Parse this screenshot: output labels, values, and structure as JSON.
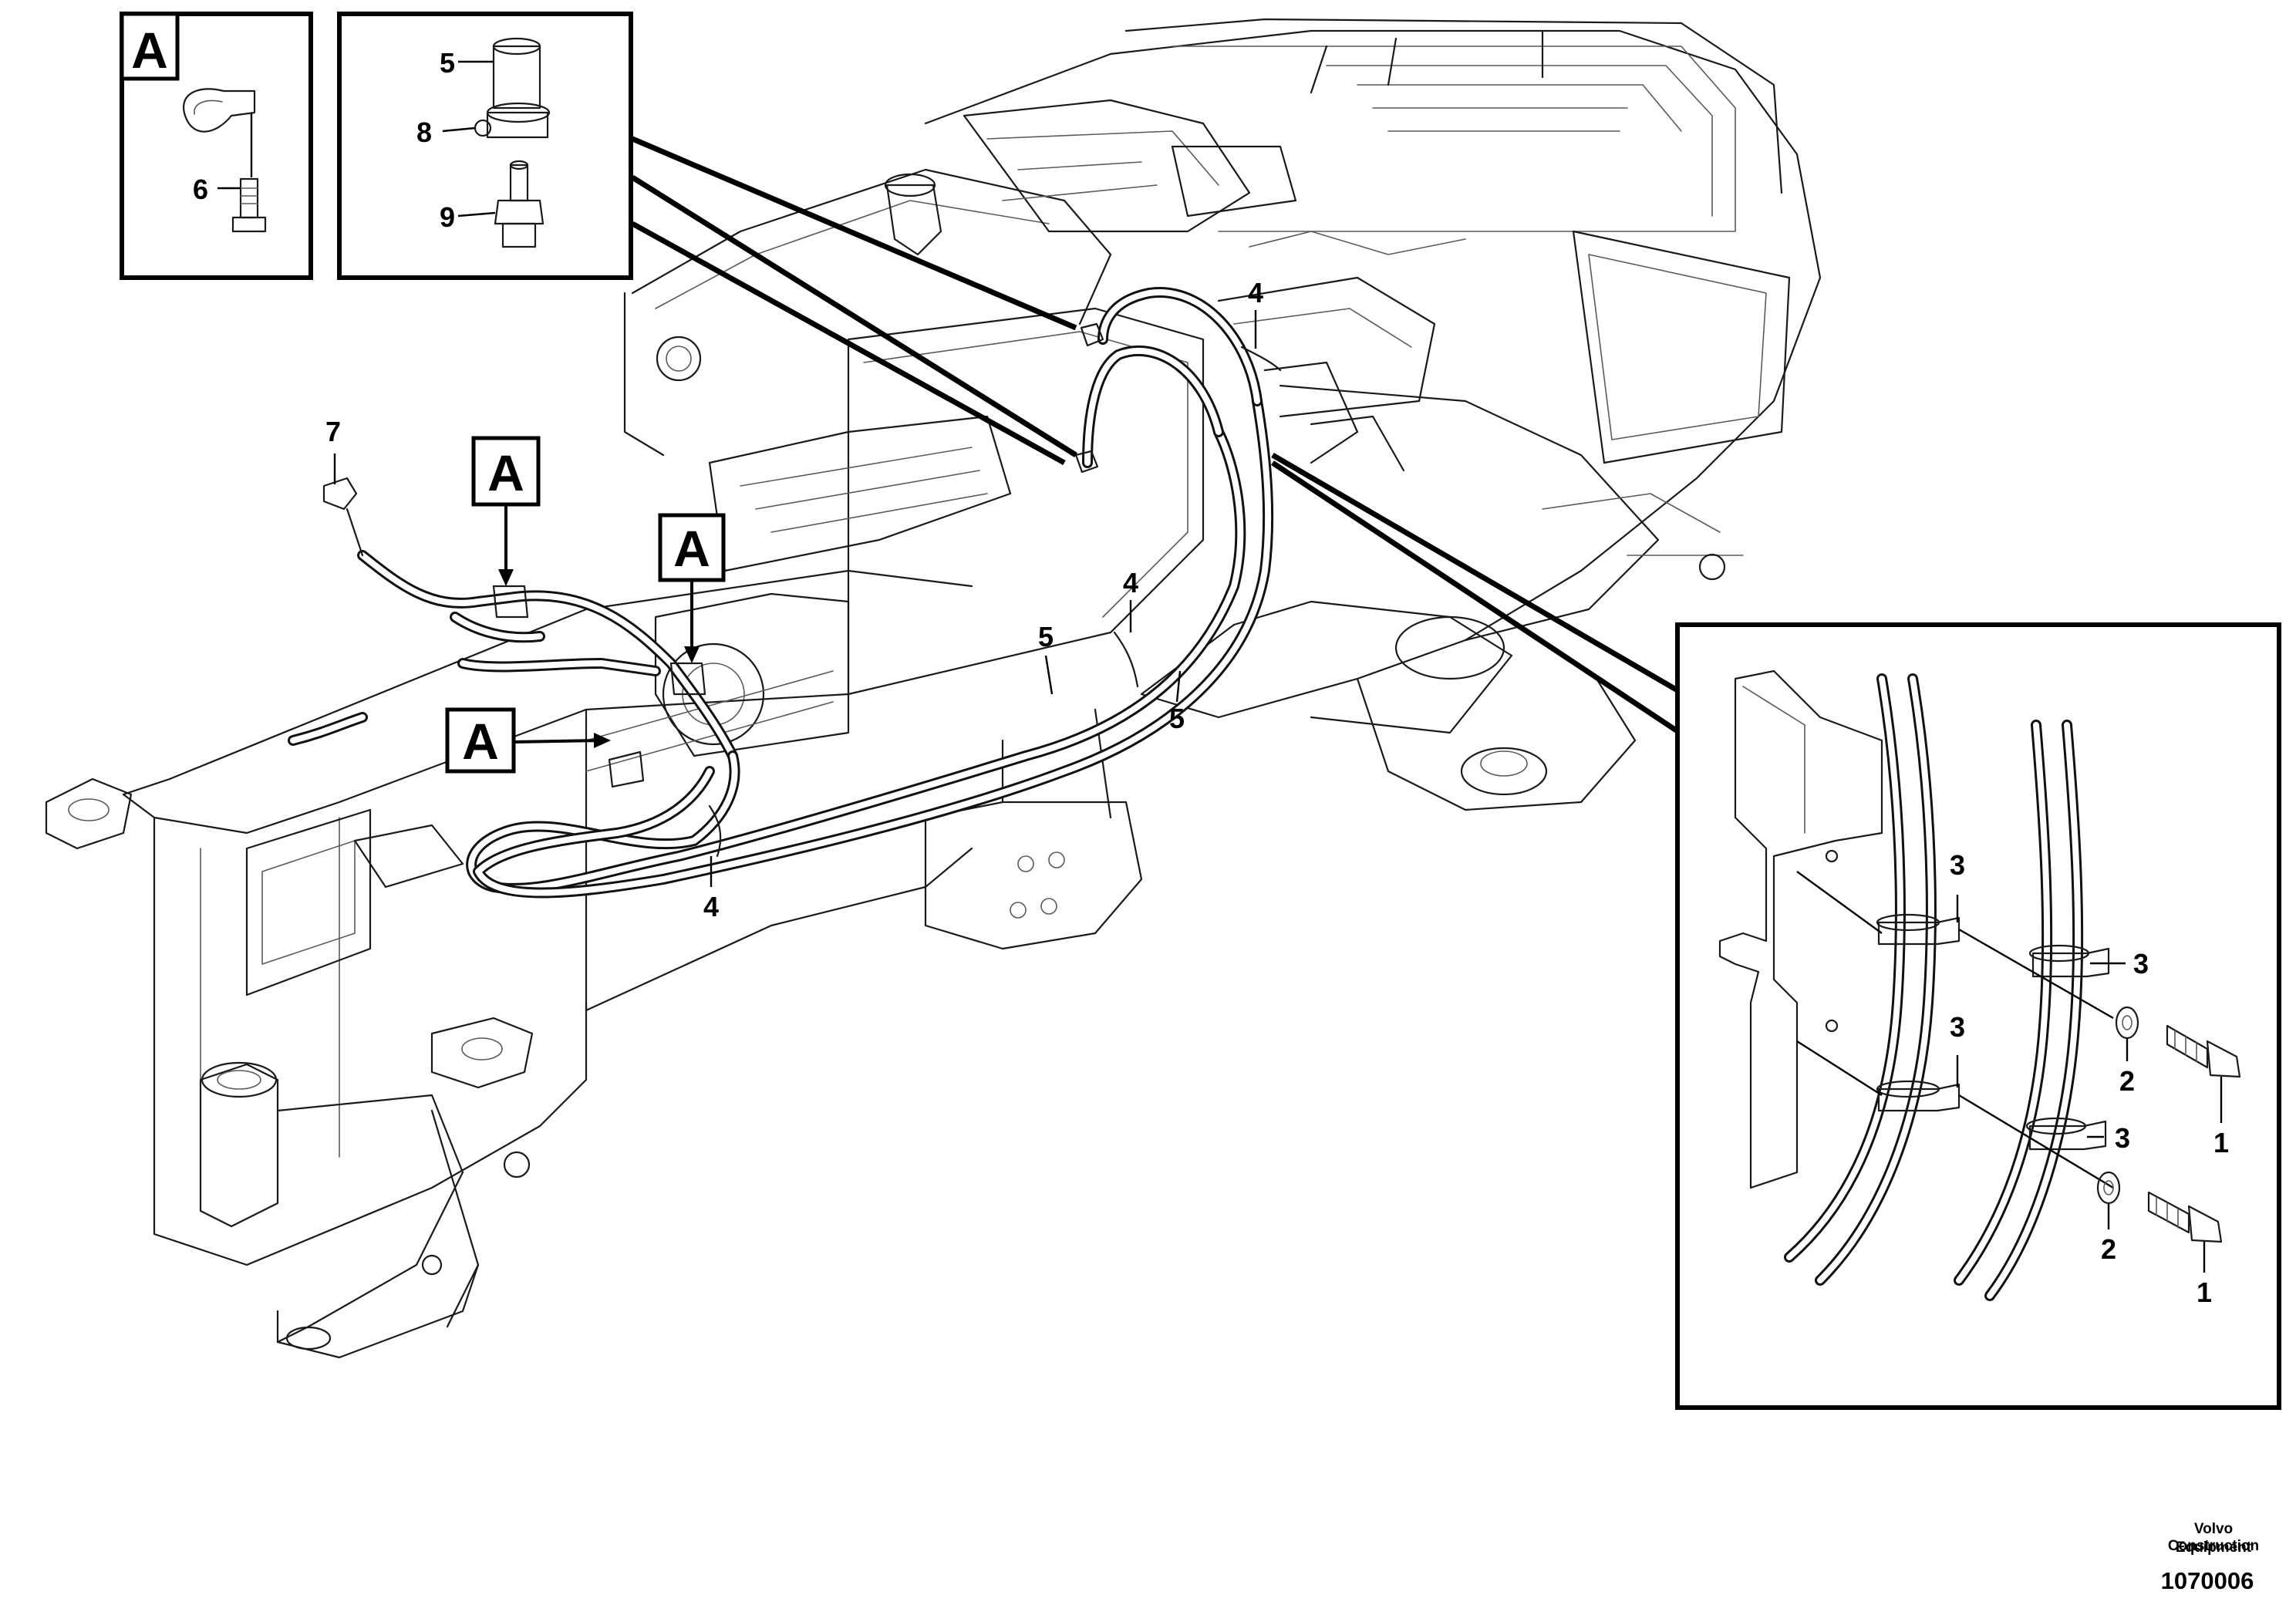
{
  "callouts": {
    "c1a": "1",
    "c1b": "1",
    "c2a": "2",
    "c2b": "2",
    "c3a": "3",
    "c3b": "3",
    "c3c": "3",
    "c3d": "3",
    "c4a": "4",
    "c4b": "4",
    "c4c": "4",
    "c5a": "5",
    "c5b": "5",
    "c5c": "5",
    "c6": "6",
    "c7": "7",
    "c8": "8",
    "c9": "9"
  },
  "tags": {
    "detail_a": "A",
    "ref_a1": "A",
    "ref_a2": "A",
    "ref_a3": "A"
  },
  "footer": {
    "brand_line1": "Volvo Construction",
    "brand_line2": "Equipment",
    "illustration_number": "1070006"
  },
  "colors": {
    "line": "#1a1a1a",
    "background": "#ffffff"
  }
}
